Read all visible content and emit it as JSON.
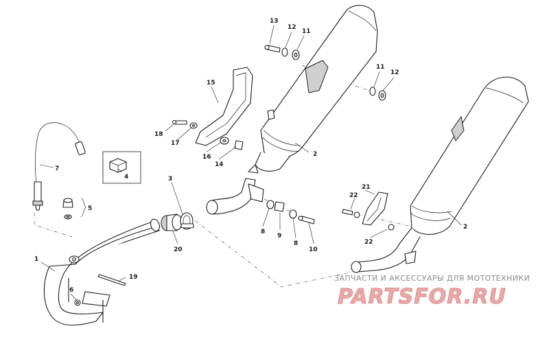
{
  "callouts": [
    {
      "id": "c1",
      "label": "1"
    },
    {
      "id": "c2a",
      "label": "2"
    },
    {
      "id": "c2b",
      "label": "2"
    },
    {
      "id": "c3",
      "label": "3"
    },
    {
      "id": "c4",
      "label": "4"
    },
    {
      "id": "c5",
      "label": "5"
    },
    {
      "id": "c6",
      "label": "6"
    },
    {
      "id": "c7",
      "label": "7"
    },
    {
      "id": "c8a",
      "label": "8"
    },
    {
      "id": "c8b",
      "label": "8"
    },
    {
      "id": "c9",
      "label": "9"
    },
    {
      "id": "c10",
      "label": "10"
    },
    {
      "id": "c11a",
      "label": "11"
    },
    {
      "id": "c11b",
      "label": "11"
    },
    {
      "id": "c12a",
      "label": "12"
    },
    {
      "id": "c12b",
      "label": "12"
    },
    {
      "id": "c13",
      "label": "13"
    },
    {
      "id": "c14",
      "label": "14"
    },
    {
      "id": "c15",
      "label": "15"
    },
    {
      "id": "c16",
      "label": "16"
    },
    {
      "id": "c17",
      "label": "17"
    },
    {
      "id": "c18",
      "label": "18"
    },
    {
      "id": "c19",
      "label": "19"
    },
    {
      "id": "c20",
      "label": "20"
    },
    {
      "id": "c21",
      "label": "21"
    },
    {
      "id": "c22a",
      "label": "22"
    },
    {
      "id": "c22b",
      "label": "22"
    }
  ],
  "watermark": {
    "tagline": "ЗАПЧАСТИ И АКСЕССУАРЫ ДЛЯ МОТОТЕХНИКИ",
    "brand": "PARTSFOR.RU"
  },
  "colors": {
    "line": "#1a1a1a",
    "watermark_text": "#8a8a8a",
    "watermark_brand": "#e9a9a9"
  }
}
